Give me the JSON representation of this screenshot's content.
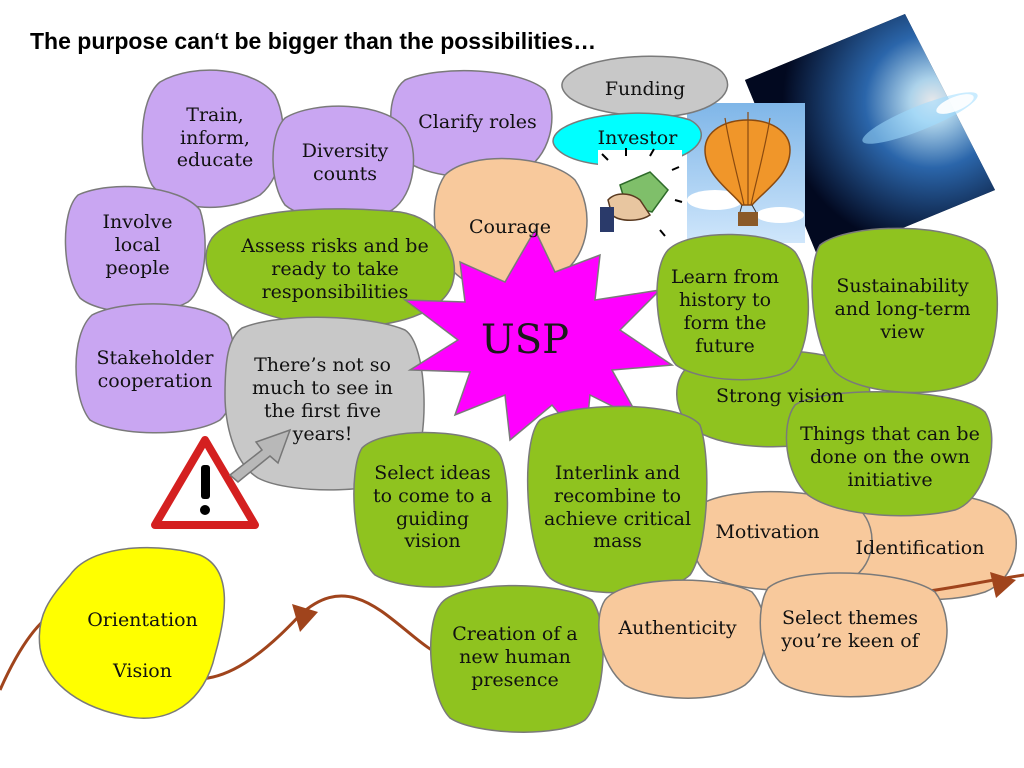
{
  "title": "The purpose can‘t be bigger than the possibilities…",
  "colors": {
    "purple": "#c9a6f2",
    "green": "#8fc31f",
    "peach": "#f8c99c",
    "yellow": "#ffff00",
    "gray": "#c8c8c8",
    "cyan": "#00ffff",
    "magenta": "#ff00ff",
    "path": "#a0441c",
    "warning_red": "#d42020"
  },
  "nodes": {
    "train": "Train, inform, educate",
    "diversity": "Diversity counts",
    "clarify": "Clarify roles",
    "funding": "Funding",
    "investor": "Investor",
    "involve": "Involve local people",
    "assess": "Assess risks and be ready to take responsibilities",
    "courage": "Courage",
    "usp": "USP",
    "stakeholder": "Stakeholder cooperation",
    "notmuch": "There’s not so much to see in the first five years!",
    "learn": "Learn from history to form the future",
    "sustain": "Sustainability and long-term view",
    "strong": "Strong vision",
    "things": "Things that can be done on the own initiative",
    "select_ideas": "Select ideas to come to a guiding vision",
    "interlink": "Interlink and recombine to achieve critical mass",
    "motivation": "Motivation",
    "identification": "Identification",
    "orientation": "Orientation",
    "vision": "Vision",
    "creation": "Creation of a new human presence",
    "authenticity": "Authenticity",
    "select_themes": "Select themes you’re keen of"
  },
  "icons": {
    "warning": "warning-triangle-icon",
    "money_hand": "hand-with-money-icon",
    "balloon": "hot-air-balloon-icon",
    "comet": "comet-icon",
    "arrow": "arrow-icon"
  }
}
